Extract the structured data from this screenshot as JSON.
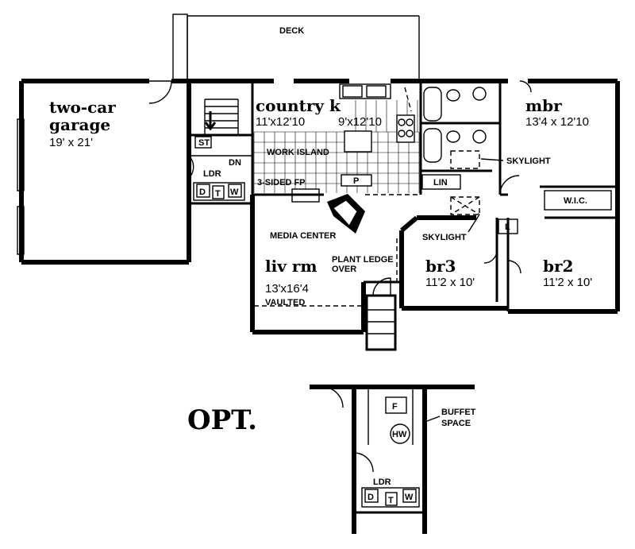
{
  "labels": {
    "deck": "DECK",
    "garage_name_1": "two-car",
    "garage_name_2": "garage",
    "garage_dim": "19' x 21'",
    "kitchen_name": "country k",
    "kitchen_dim_1": "11'x12'10",
    "kitchen_dim_2": "9'x12'10",
    "work_island": "WORK ISLAND",
    "dn": "DN",
    "st": "ST",
    "ldr": "LDR",
    "d": "D",
    "t": "T",
    "w": "W",
    "fp": "3-SIDED FP",
    "p": "P",
    "lin": "LIN",
    "media_center": "MEDIA CENTER",
    "liv_name": "liv rm",
    "liv_dim": "13'x16'4",
    "vaulted": "VAULTED",
    "plant_ledge_1": "PLANT LEDGE",
    "plant_ledge_2": "OVER",
    "skylight_1": "SKYLIGHT",
    "skylight_2": "SKYLIGHT",
    "mbr_name": "mbr",
    "mbr_dim": "13'4 x 12'10",
    "wic": "W.I.C.",
    "br3_name": "br3",
    "br3_dim": "11'2 x 10'",
    "br2_name": "br2",
    "br2_dim": "11'2 x 10'",
    "l": "L",
    "opt": "OPT.",
    "opt_f": "F",
    "opt_hw": "HW",
    "opt_buffet_1": "BUFFET",
    "opt_buffet_2": "SPACE",
    "opt_ldr": "LDR",
    "opt_d": "D",
    "opt_t": "T",
    "opt_w": "W"
  }
}
